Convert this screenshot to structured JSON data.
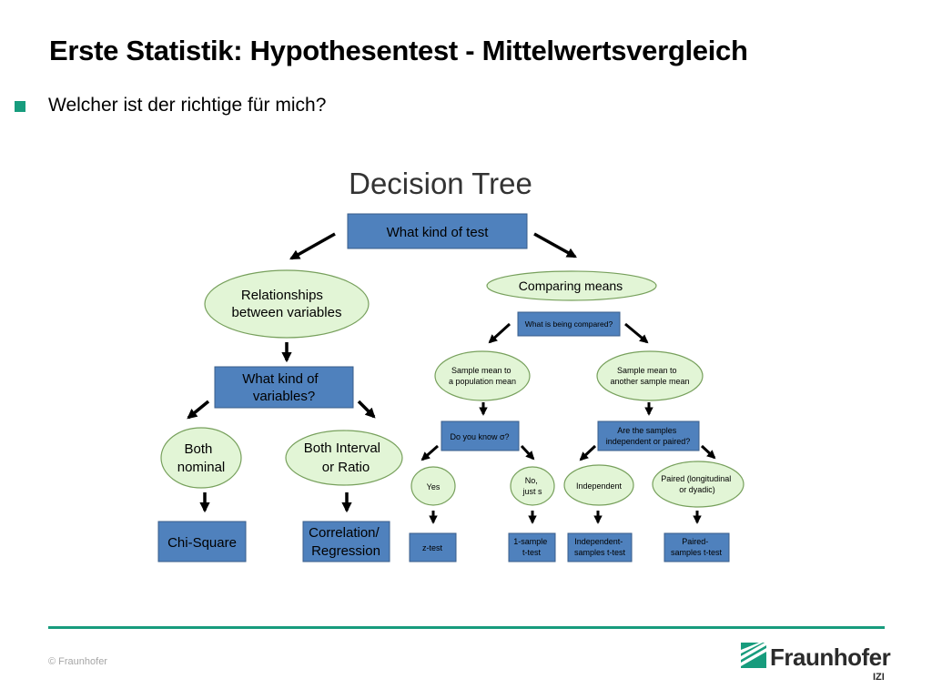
{
  "slide": {
    "title": "Erste Statistik: Hypothesentest - Mittelwertsvergleich",
    "bullet": "Welcher ist der richtige für mich?"
  },
  "diagram": {
    "title": "Decision Tree",
    "root": "What kind of test",
    "relationships": [
      "Relationships",
      "between variables"
    ],
    "kind_of_variables": [
      "What kind of",
      "variables?"
    ],
    "both_nominal": [
      "Both",
      "nominal"
    ],
    "both_interval": [
      "Both Interval",
      "or Ratio"
    ],
    "chi_square": "Chi-Square",
    "correlation": [
      "Correlation/",
      "Regression"
    ],
    "comparing_means": "Comparing means",
    "what_compared": "What is being compared?",
    "sample_population": [
      "Sample mean to",
      "a population mean"
    ],
    "sample_sample": [
      "Sample mean to",
      "another sample mean"
    ],
    "know_sigma": "Do you know σ?",
    "independent_or_paired": [
      "Are the samples",
      "independent or paired?"
    ],
    "yes": "Yes",
    "no_just_s": [
      "No,",
      "just s"
    ],
    "independent": "Independent",
    "paired": [
      "Paired (longitudinal",
      "or dyadic)"
    ],
    "z_test": "z-test",
    "one_sample_t": [
      "1-sample",
      "t-test"
    ],
    "independent_t": [
      "Independent-",
      "samples t-test"
    ],
    "paired_t": [
      "Paired-",
      "samples t-test"
    ]
  },
  "footer": {
    "copyright": "© Fraunhofer",
    "logo_name": "Fraunhofer",
    "logo_sub": "IZI"
  },
  "colors": {
    "accent": "#179c7d",
    "box_fill": "#4f81bd",
    "box_border": "#385d8a",
    "oval_fill": "#e2f5d6",
    "oval_border": "#77a05c"
  }
}
